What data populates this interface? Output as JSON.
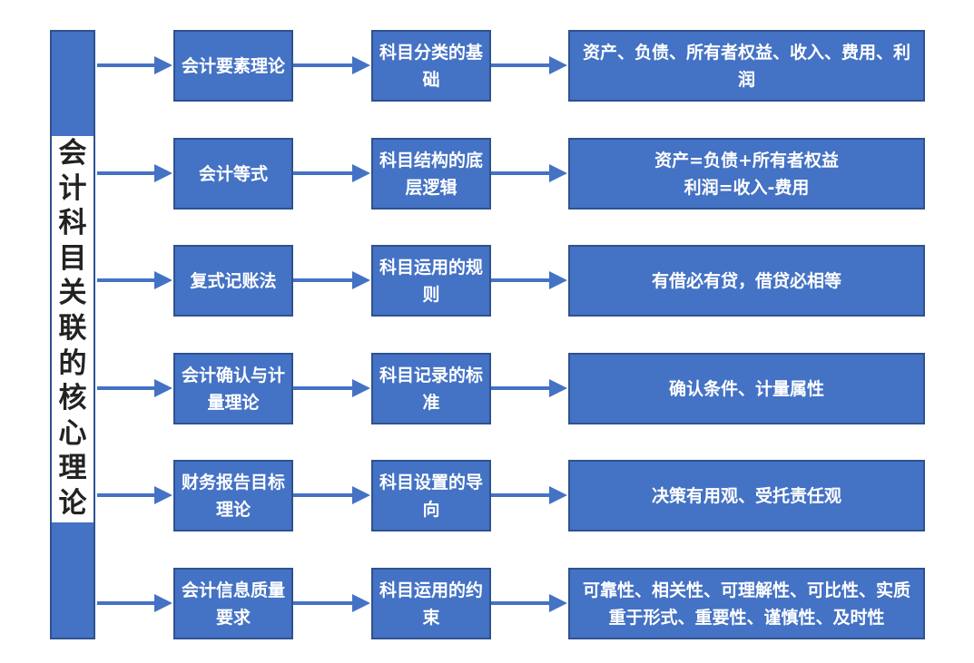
{
  "title": "会计科目关联的核心理论",
  "rows": [
    {
      "theory": "会计要素理论",
      "role": "科目分类的基础",
      "content": "资产、负债、所有者权益、收入、费用、利润"
    },
    {
      "theory": "会计等式",
      "role": "科目结构的底层逻辑",
      "content": "资产=负债+所有者权益\n利润=收入-费用"
    },
    {
      "theory": "复式记账法",
      "role": "科目运用的规则",
      "content": "有借必有贷，借贷必相等"
    },
    {
      "theory": "会计确认与计量理论",
      "role": "科目记录的标准",
      "content": "确认条件、计量属性"
    },
    {
      "theory": "财务报告目标理论",
      "role": "科目设置的导向",
      "content": "决策有用观、受托责任观"
    },
    {
      "theory": "会计信息质量要求",
      "role": "科目运用的约束",
      "content": "可靠性、相关性、可理解性、可比性、实质重于形式、重要性、谨慎性、及时性"
    }
  ],
  "colors": {
    "fill": "#4472C4",
    "border": "#2F528F"
  }
}
